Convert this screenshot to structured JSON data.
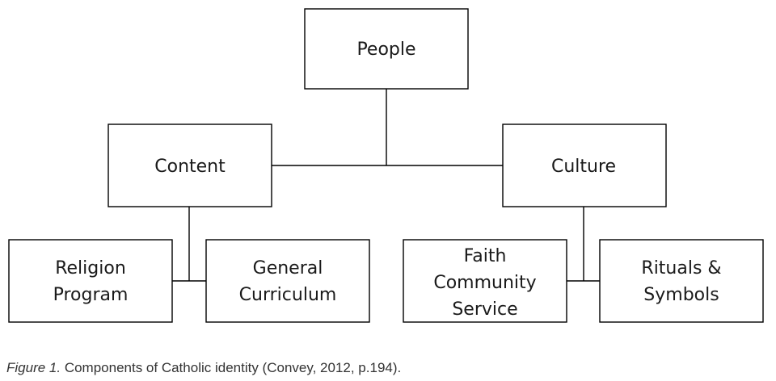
{
  "diagram": {
    "nodes": {
      "people": [
        "People"
      ],
      "content": [
        "Content"
      ],
      "culture": [
        "Culture"
      ],
      "religion_program": [
        "Religion",
        "Program"
      ],
      "general_curriculum": [
        "General",
        "Curriculum"
      ],
      "faith_community_service": [
        "Faith",
        "Community",
        "Service"
      ],
      "rituals_symbols": [
        "Rituals &",
        "Symbols"
      ]
    }
  },
  "caption": {
    "figure_label": "Figure 1.",
    "text": " Components of Catholic identity (Convey, 2012, p.194)."
  }
}
